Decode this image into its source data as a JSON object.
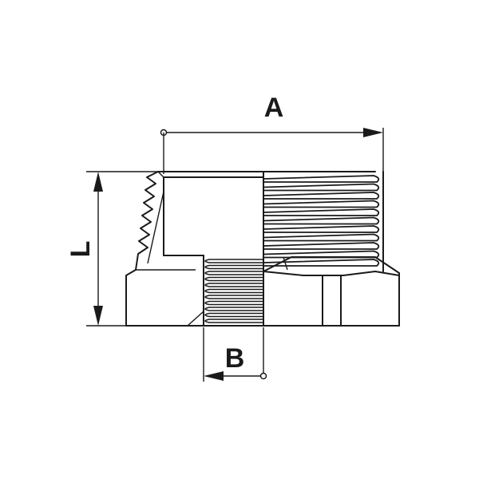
{
  "dimensions": {
    "A": "A",
    "B": "B",
    "L": "L"
  },
  "colors": {
    "line": "#1a1a1a",
    "background": "#ffffff"
  }
}
